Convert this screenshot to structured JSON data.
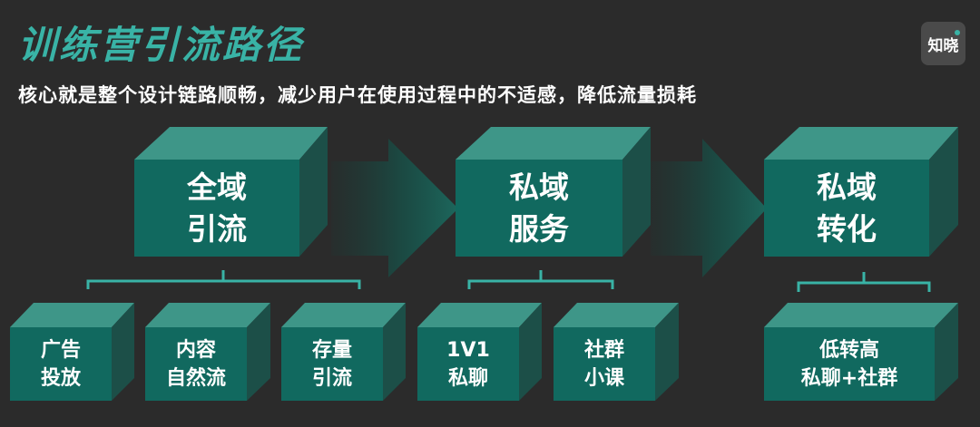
{
  "title": "训练营引流路径",
  "subtitle": "核心就是整个设计链路顺畅，减少用户在使用过程中的不适感，降低流量损耗",
  "logo_text": "知晓",
  "colors": {
    "accent": "#39b3a6",
    "box_front": "#11695f",
    "box_top": "#3e9688",
    "box_side": "#1c4f48",
    "background": "#2b2b2b"
  },
  "stages": [
    {
      "line1": "全域",
      "line2": "引流"
    },
    {
      "line1": "私域",
      "line2": "服务"
    },
    {
      "line1": "私域",
      "line2": "转化"
    }
  ],
  "sub_items": [
    {
      "line1": "广告",
      "line2": "投放"
    },
    {
      "line1": "内容",
      "line2": "自然流"
    },
    {
      "line1": "存量",
      "line2": "引流"
    },
    {
      "line1": "1V1",
      "line2": "私聊"
    },
    {
      "line1": "社群",
      "line2": "小课"
    },
    {
      "line1": "低转高",
      "line2": "私聊+社群"
    }
  ]
}
